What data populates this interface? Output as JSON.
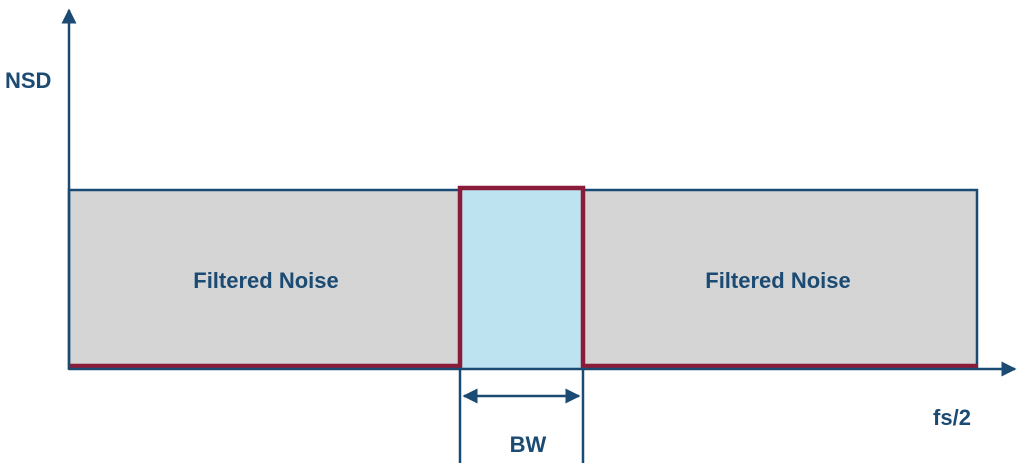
{
  "diagram": {
    "y_axis_label": "NSD",
    "x_axis_label": "fs/2",
    "left_region_label": "Filtered Noise",
    "right_region_label": "Filtered Noise",
    "band_label": "BW"
  },
  "colors": {
    "axis": "#1b4a72",
    "noise_fill": "#d5d5d6",
    "band_fill": "#bde3f0",
    "filter_outline": "#8a1c3a",
    "text": "#1b4a72"
  }
}
